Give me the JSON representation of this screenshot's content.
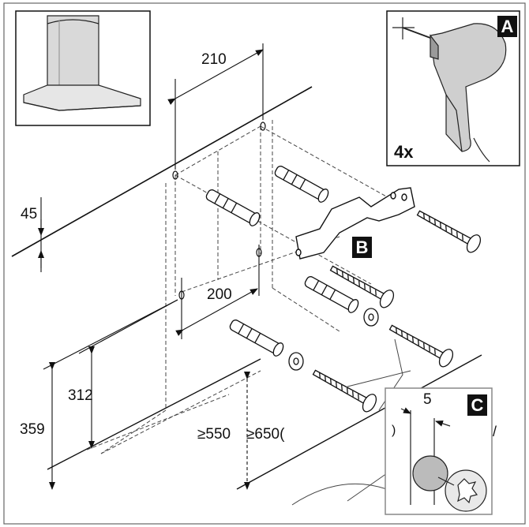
{
  "labels": {
    "dim_210": "210",
    "dim_45": "45",
    "dim_200": "200",
    "dim_312": "312",
    "dim_359": "359",
    "dim_550": "≥550",
    "dim_650": "≥650(",
    "count": "4x",
    "detail_gap": "5",
    "paren_left": ")",
    "slash": "/"
  },
  "badges": {
    "a": "A",
    "b": "B",
    "c": "C"
  }
}
